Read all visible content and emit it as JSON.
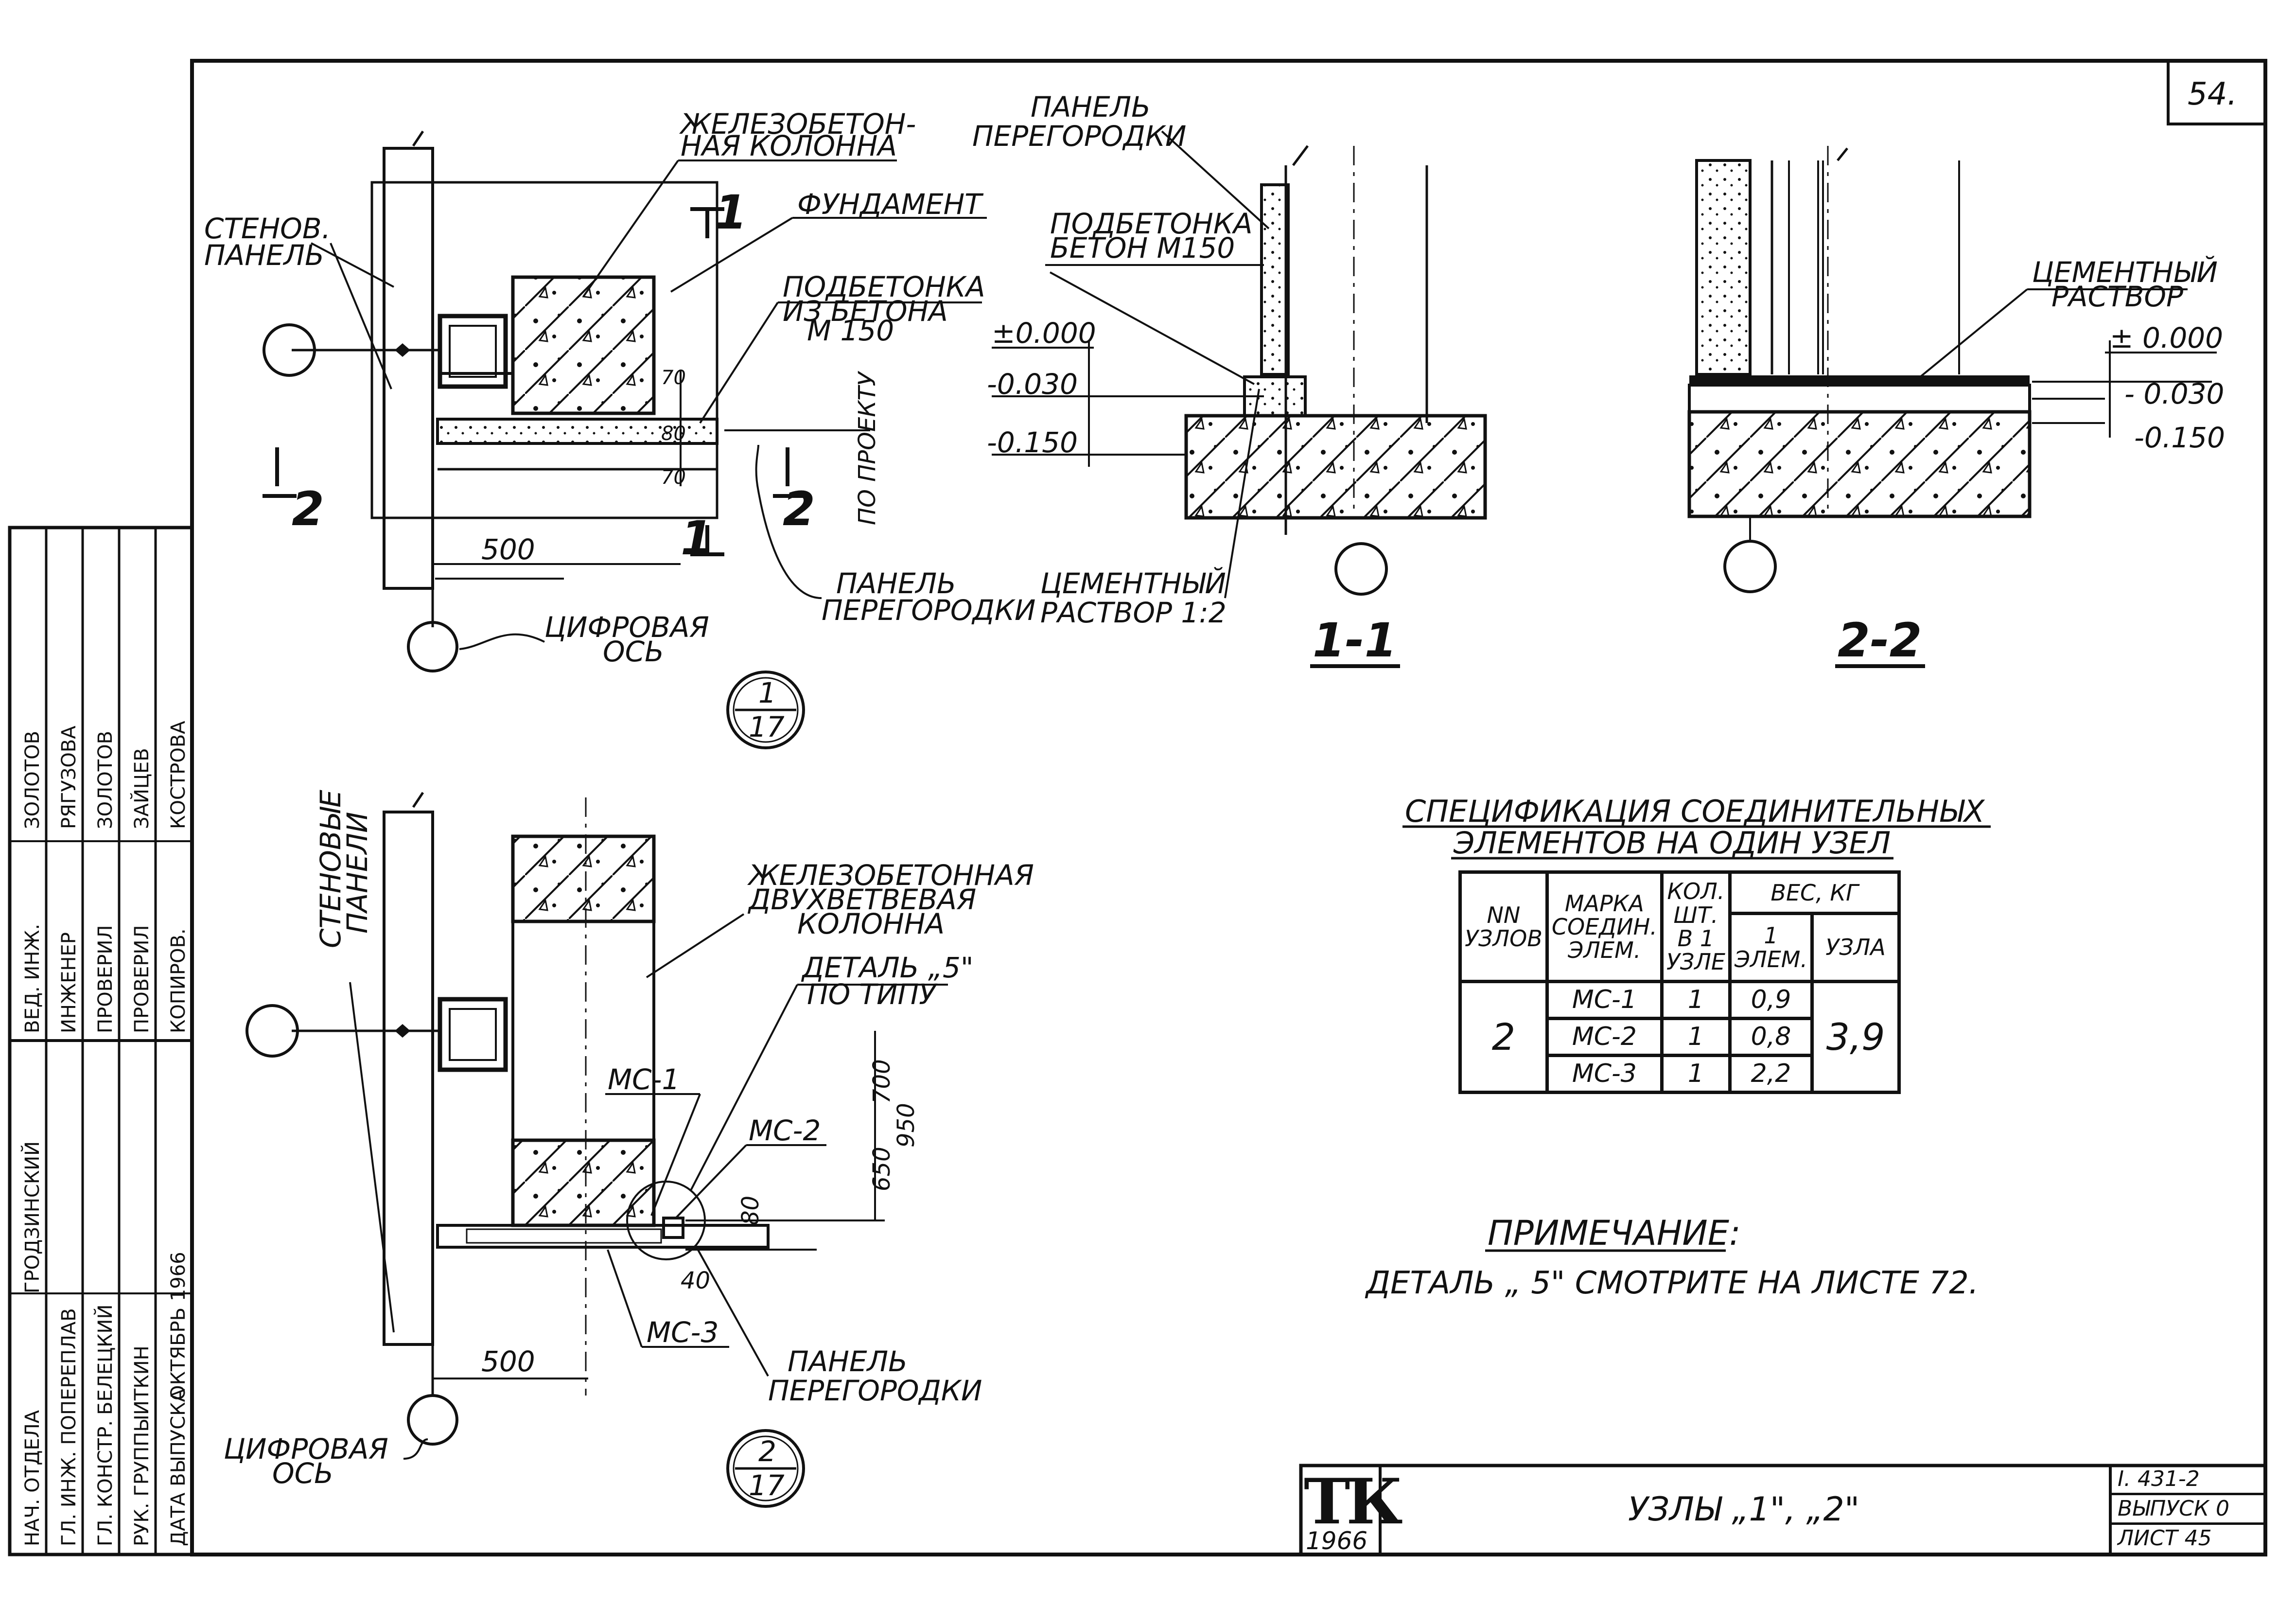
{
  "sheet": {
    "page_number": "54.",
    "approvals": [
      {
        "role": "НАЧ. ОТДЕЛА",
        "name": "ГРОДЗИНСКИЙ"
      },
      {
        "role": "ГЛ. ИНЖ. ПО",
        "name": "ПЕРЕПЛАВ"
      },
      {
        "role": "ГЛ. КОНСТР.",
        "name": "БЕЛЕЦКИЙ"
      },
      {
        "role": "РУК. ГРУППЫ",
        "name": "ИТКИН"
      },
      {
        "role": "ДАТА ВЫПУСКА",
        "name": "ОКТЯБРЬ 1966"
      },
      {
        "role": "ВЕД. ИНЖ.",
        "name": "ЗОЛОТОВ"
      },
      {
        "role": "ИНЖЕНЕР",
        "name": "РЯГУЗОВА"
      },
      {
        "role": "ПРОВЕРИЛ",
        "name": "ЗОЛОТОВ"
      },
      {
        "role": "ПРОВЕРИЛ",
        "name": "ЗАЙЦЕВ"
      },
      {
        "role": "КОПИРОВ.",
        "name": "КОСТРОВА"
      }
    ]
  },
  "node1": {
    "column_label": [
      "ЖЕЛЕЗОБЕТОН-",
      "НАЯ КОЛОННА"
    ],
    "wall_panel_label": [
      "СТЕНОВ.",
      "ПАНЕЛЬ"
    ],
    "foundation_label": "ФУНДАМЕНТ",
    "concrete_prep_label": [
      "ПОДБЕТОНКА",
      "ИЗ БЕТОНА",
      "М 150"
    ],
    "partition_label": [
      "ПАНЕЛЬ",
      "ПЕРЕГОРОДКИ"
    ],
    "axis_label": [
      "ЦИФРОВАЯ",
      "ОСЬ"
    ],
    "dim_500": "500",
    "dim_70_top": "70",
    "dim_80": "80",
    "dim_70_bot": "70",
    "by_project": "ПО ПРОЕКТУ",
    "cut_1": "1",
    "cut_2": "2",
    "node_ref": {
      "top": "1",
      "bottom": "17"
    }
  },
  "section11": {
    "partition_label": [
      "ПАНЕЛЬ",
      "ПЕРЕГОРОДКИ"
    ],
    "prep_label": [
      "ПОДБЕТОНКА",
      "БЕТОН М150"
    ],
    "mortar_label": [
      "ЦЕМЕНТНЫЙ",
      "РАСТВОР 1:2"
    ],
    "level_0": "±0.000",
    "level_030": "-0.030",
    "level_150": "-0.150",
    "title": "1-1"
  },
  "section22": {
    "mortar_label": [
      "ЦЕМЕНТНЫЙ",
      "РАСТВОР"
    ],
    "level_0": "± 0.000",
    "level_030": "- 0.030",
    "level_150": "-0.150",
    "title": "2-2"
  },
  "node2": {
    "wall_panels_label": [
      "СТЕНОВЫЕ",
      "ПАНЕЛИ"
    ],
    "column_label": [
      "ЖЕЛЕЗОБЕТОННАЯ",
      "ДВУХВЕТВЕВАЯ",
      "КОЛОННА"
    ],
    "detail_label": [
      "ДЕТАЛЬ „5\"",
      "ПО ТИПУ"
    ],
    "mc1": "МС-1",
    "mc2": "МС-2",
    "mc3": "МС-3",
    "dim_650": "650",
    "dim_700": "700",
    "dim_950": "950",
    "dim_80": "80",
    "dim_40": "40",
    "dim_500": "500",
    "partition_label": [
      "ПАНЕЛЬ",
      "ПЕРЕГОРОДКИ"
    ],
    "axis_label": [
      "ЦИФРОВАЯ",
      "ОСЬ"
    ],
    "node_ref": {
      "top": "2",
      "bottom": "17"
    }
  },
  "specification": {
    "title_line1": "СПЕЦИФИКАЦИЯ СОЕДИНИТЕЛЬНЫХ",
    "title_line2": "ЭЛЕМЕНТОВ НА ОДИН УЗЕЛ",
    "headers": {
      "nodes": "NN УЗЛОВ",
      "mark": "МАРКА СОЕДИН. ЭЛЕМ.",
      "qty": "КОЛ. ШТ. В 1 УЗЛЕ",
      "weight": "ВЕС, КГ",
      "weight_elem": "1 ЭЛЕМ.",
      "weight_node": "УЗЛА"
    },
    "node": "2",
    "rows": [
      {
        "mark": "МС-1",
        "qty": "1",
        "weight": "0,9"
      },
      {
        "mark": "МС-2",
        "qty": "1",
        "weight": "0,8"
      },
      {
        "mark": "МС-3",
        "qty": "1",
        "weight": "2,2"
      }
    ],
    "node_weight": "3,9"
  },
  "note": {
    "heading": "ПРИМЕЧАНИЕ:",
    "text": "ДЕТАЛЬ „ 5\" СМОТРИТЕ НА ЛИСТЕ 72."
  },
  "title_block": {
    "stamp": "ТК",
    "stamp_year": "1966",
    "title": "УЗЛЫ „1\", „2\"",
    "series": "I. 431-2",
    "issue": "ВЫПУСК 0",
    "sheet": "ЛИСТ 45"
  }
}
